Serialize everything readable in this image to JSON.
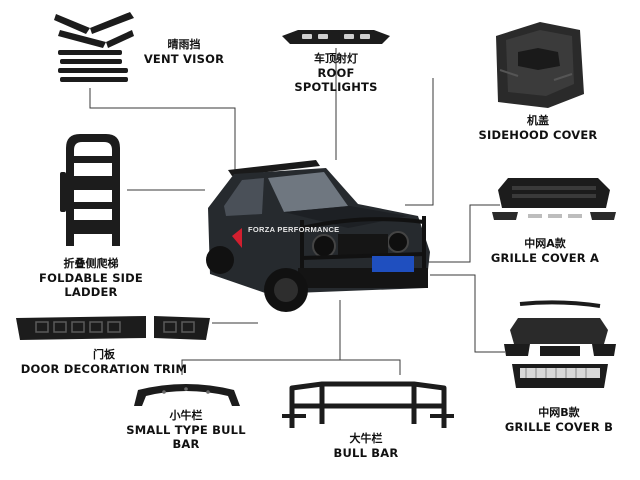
{
  "brand": "FORZA PERFORMANCE",
  "colors": {
    "part": "#1c1c1c",
    "line": "#3a3a3a",
    "accent": "#d21f2f",
    "plate": "#1f4fbf"
  },
  "parts": {
    "vent_visor": {
      "zh": "晴雨挡",
      "en": "VENT VISOR"
    },
    "roof_spotlights": {
      "zh": "车顶射灯",
      "en": "ROOF SPOTLIGHTS"
    },
    "sidehood_cover": {
      "zh": "机盖",
      "en": "SIDEHOOD COVER"
    },
    "side_ladder": {
      "zh": "折叠侧爬梯",
      "en": "FOLDABLE SIDE LADDER"
    },
    "grille_a": {
      "zh": "中网A款",
      "en": "GRILLE COVER A"
    },
    "door_trim": {
      "zh": "门板",
      "en": "DOOR DECORATION TRIM"
    },
    "small_bull_bar": {
      "zh": "小牛栏",
      "en": "SMALL TYPE BULL BAR"
    },
    "bull_bar": {
      "zh": "大牛栏",
      "en": "BULL BAR"
    },
    "grille_b": {
      "zh": "中网B款",
      "en": "GRILLE COVER B"
    }
  }
}
